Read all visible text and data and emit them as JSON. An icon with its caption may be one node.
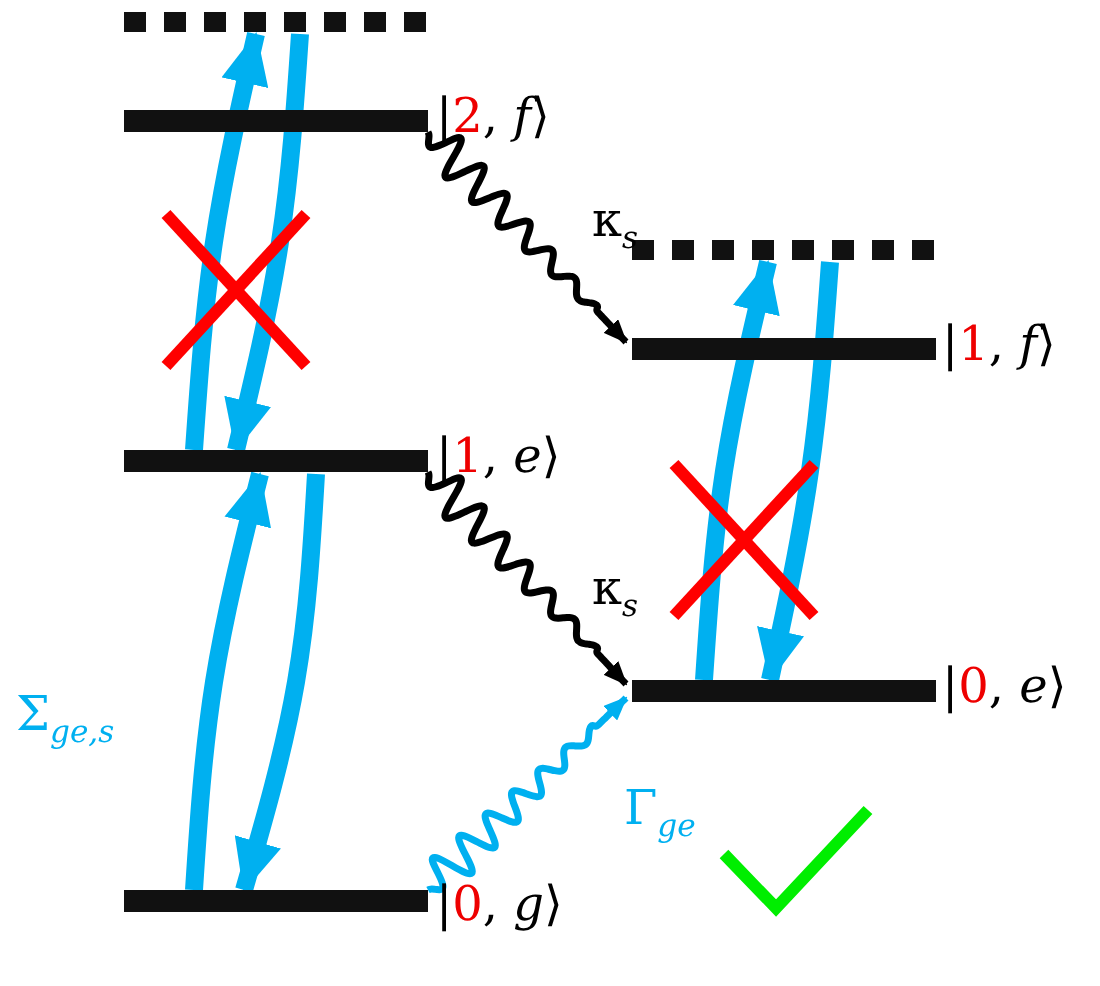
{
  "diagram": {
    "nodes": [
      {
        "text": [],
        "shape": "bar"
      },
      {
        "text": [],
        "shape": "bar",
        "beside": [
          "|2, *f*⟩"
        ]
      },
      {
        "text": [],
        "shape": "bar",
        "beside": [
          "|1, *e*⟩"
        ]
      },
      {
        "text": [],
        "shape": "bar",
        "beside": [
          "|0, *g*⟩"
        ]
      },
      {
        "text": [],
        "shape": "bar"
      },
      {
        "text": [],
        "shape": "bar",
        "beside": [
          "|1, *f*⟩"
        ]
      },
      {
        "text": [],
        "shape": "bar",
        "beside": [
          "|0, *e*⟩"
        ]
      }
    ],
    "edges": [
      {
        "from": 2,
        "to": 0,
        "arrow": "to"
      },
      {
        "from": 0,
        "to": 2,
        "arrow": "to"
      },
      {
        "from": 3,
        "to": 2,
        "arrow": "to"
      },
      {
        "from": 2,
        "to": 3,
        "arrow": "to"
      },
      {
        "from": 6,
        "to": 4,
        "arrow": "to"
      },
      {
        "from": 4,
        "to": 6,
        "arrow": "to"
      },
      {
        "from": 1,
        "to": 5,
        "arrow": "to",
        "label": "κ$_{s}$",
        "color": "#000000"
      },
      {
        "from": 2,
        "to": 6,
        "arrow": "to",
        "label": "κ$_{s}$",
        "color": "#000000"
      },
      {
        "from": 3,
        "to": 6,
        "arrow": "to",
        "label": "Γ$_{ge}$"
      }
    ],
    "labels": [
      "Σ$_{ge,s}$"
    ]
  }
}
